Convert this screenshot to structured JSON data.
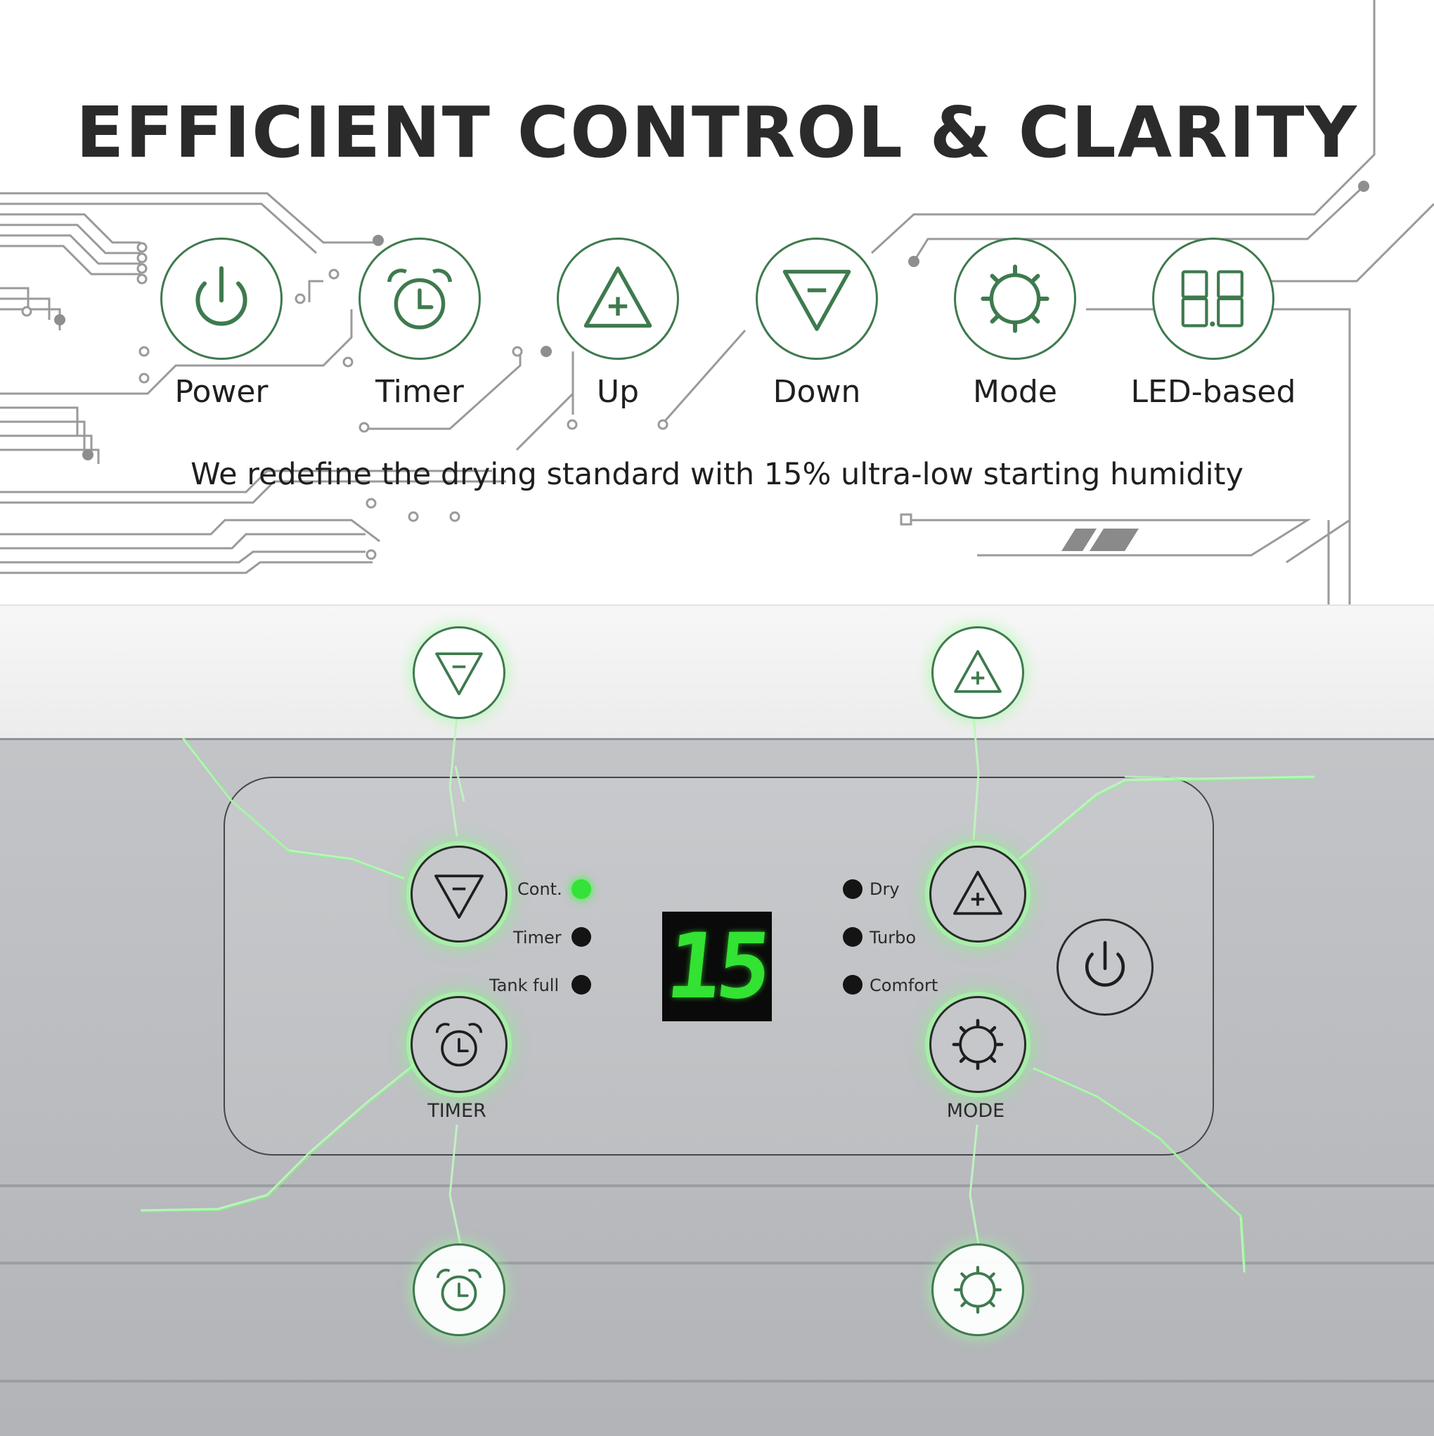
{
  "headline": "EFFICIENT CONTROL & CLARITY",
  "features": [
    {
      "icon": "power-icon",
      "label": "Power"
    },
    {
      "icon": "alarm-clock-icon",
      "label": "Timer"
    },
    {
      "icon": "triangle-plus-icon",
      "label": "Up"
    },
    {
      "icon": "triangle-minus-icon",
      "label": "Down"
    },
    {
      "icon": "sun-gear-icon",
      "label": "Mode"
    },
    {
      "icon": "seven-segment-icon",
      "label": "LED-based",
      "glyph": "8.8"
    }
  ],
  "subtitle": "We redefine the drying standard with 15% ultra-low starting humidity",
  "panel": {
    "display_value": "15",
    "left_indicators": [
      {
        "label": "Cont.",
        "active": true
      },
      {
        "label": "Timer",
        "active": false
      },
      {
        "label": "Tank full",
        "active": false
      }
    ],
    "right_indicators": [
      {
        "label": "Dry",
        "active": false
      },
      {
        "label": "Turbo",
        "active": false
      },
      {
        "label": "Comfort",
        "active": false
      }
    ],
    "timer_caption": "TIMER",
    "mode_caption": "MODE"
  },
  "colors": {
    "accent_green": "#3e7a4e",
    "led_green": "#33e232",
    "glow_green": "#7dff7d"
  }
}
